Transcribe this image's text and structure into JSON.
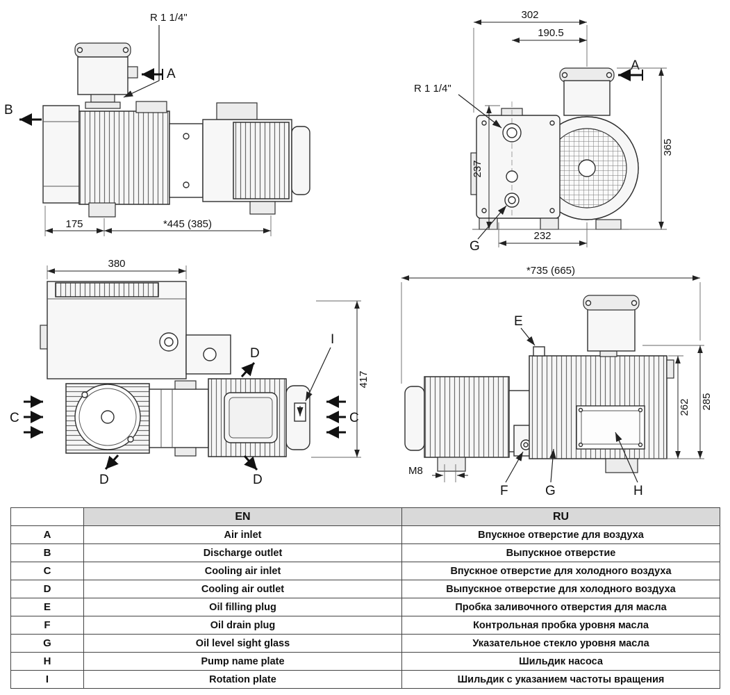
{
  "views": {
    "top_left": {
      "port_label": "R 1 1/4\"",
      "callout_a": "A",
      "callout_b": "B",
      "dim_left": "175",
      "dim_total": "*445 (385)"
    },
    "top_right": {
      "dim_width": "302",
      "dim_offset": "190.5",
      "port_label": "R 1 1/4\"",
      "callout_a": "A",
      "dim_height_left": "237",
      "dim_height_right": "365",
      "dim_feet": "232",
      "callout_g": "G"
    },
    "bottom_left": {
      "dim_width": "380",
      "dim_depth": "417",
      "callout_i": "I",
      "callout_c_left": "C",
      "callout_c_right": "C",
      "callout_d_top": "D",
      "callout_d_bottom_left": "D",
      "callout_d_bottom_right": "D"
    },
    "bottom_right": {
      "dim_total": "*735 (665)",
      "dim_body": "262",
      "dim_overall": "285",
      "dim_bolt": "M8",
      "callout_e": "E",
      "callout_f": "F",
      "callout_g": "G",
      "callout_h": "H"
    }
  },
  "table": {
    "headers": {
      "key": "",
      "en": "EN",
      "ru": "RU"
    },
    "rows": [
      {
        "key": "A",
        "en": "Air inlet",
        "ru": "Впускное отверстие для воздуха"
      },
      {
        "key": "B",
        "en": "Discharge outlet",
        "ru": "Выпускное отверстие"
      },
      {
        "key": "C",
        "en": "Cooling air inlet",
        "ru": "Впускное отверстие для холодного воздуха"
      },
      {
        "key": "D",
        "en": "Cooling air outlet",
        "ru": "Выпускное отверстие для холодного воздуха"
      },
      {
        "key": "E",
        "en": "Oil filling plug",
        "ru": "Пробка заливочного отверстия для масла"
      },
      {
        "key": "F",
        "en": "Oil drain plug",
        "ru": "Контрольная пробка уровня масла"
      },
      {
        "key": "G",
        "en": "Oil level sight glass",
        "ru": "Указательное стекло уровня масла"
      },
      {
        "key": "H",
        "en": "Pump name plate",
        "ru": "Шильдик насоса"
      },
      {
        "key": "I",
        "en": "Rotation plate",
        "ru": "Шильдик с указанием частоты вращения"
      }
    ]
  }
}
